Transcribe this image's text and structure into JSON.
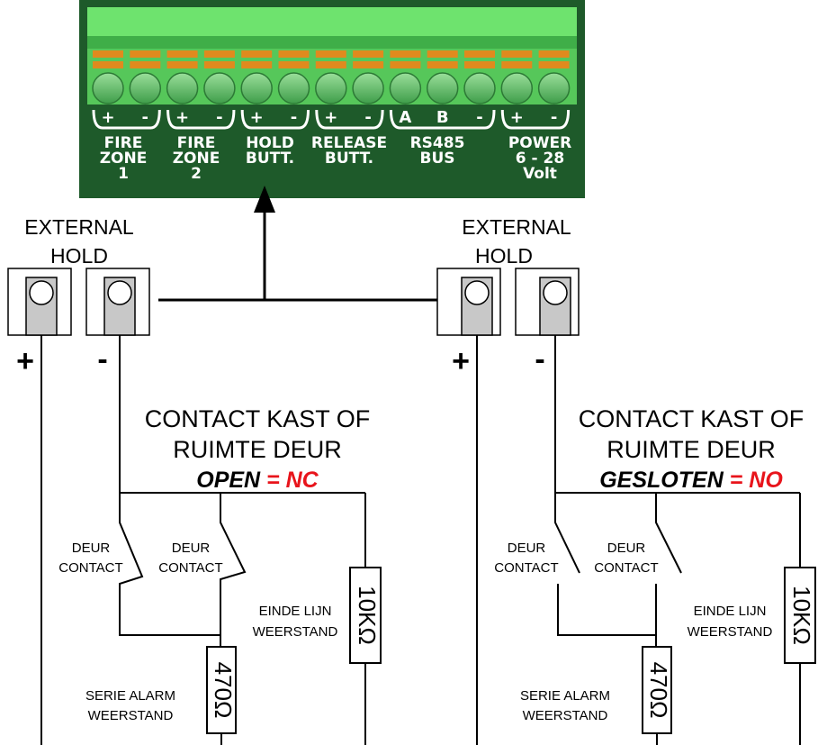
{
  "terminal_block": {
    "signs": [
      "+",
      "-",
      "+",
      "-",
      "+",
      "-",
      "+",
      "-",
      "A",
      "B",
      "-",
      "+",
      "-"
    ],
    "groups": [
      {
        "lines": [
          "FIRE",
          "ZONE",
          "1"
        ]
      },
      {
        "lines": [
          "FIRE",
          "ZONE",
          "2"
        ]
      },
      {
        "lines": [
          "HOLD",
          "BUTT."
        ]
      },
      {
        "lines": [
          "RELEASE",
          "BUTT."
        ]
      },
      {
        "lines": [
          "RS485",
          "BUS"
        ]
      },
      {
        "lines": [
          "POWER",
          "6 - 28",
          "Volt"
        ]
      }
    ],
    "colors": {
      "body": "#1e5a2a",
      "top": "#6ee36e",
      "stripe": "#e08a1e"
    }
  },
  "left": {
    "hold_title": [
      "EXTERNAL",
      "HOLD"
    ],
    "plus": "+",
    "minus": "-",
    "contact_title": [
      "CONTACT KAST OF",
      "RUIMTE DEUR"
    ],
    "state": "OPEN",
    "equals": "=",
    "code": "NC",
    "deur1": [
      "DEUR",
      "CONTACT"
    ],
    "deur2": [
      "DEUR",
      "CONTACT"
    ],
    "eol": [
      "EINDE LIJN",
      "WEERSTAND"
    ],
    "serie": [
      "SERIE ALARM",
      "WEERSTAND"
    ],
    "r_eol": "10KΩ",
    "r_serie": "470Ω"
  },
  "right": {
    "hold_title": [
      "EXTERNAL",
      "HOLD"
    ],
    "plus": "+",
    "minus": "-",
    "contact_title": [
      "CONTACT KAST OF",
      "RUIMTE DEUR"
    ],
    "state": "GESLOTEN",
    "equals": "=",
    "code": "NO",
    "deur1": [
      "DEUR",
      "CONTACT"
    ],
    "deur2": [
      "DEUR",
      "CONTACT"
    ],
    "eol": [
      "EINDE LIJN",
      "WEERSTAND"
    ],
    "serie": [
      "SERIE ALARM",
      "WEERSTAND"
    ],
    "r_eol": "10KΩ",
    "r_serie": "470Ω"
  },
  "accent_color": "#e8141b"
}
